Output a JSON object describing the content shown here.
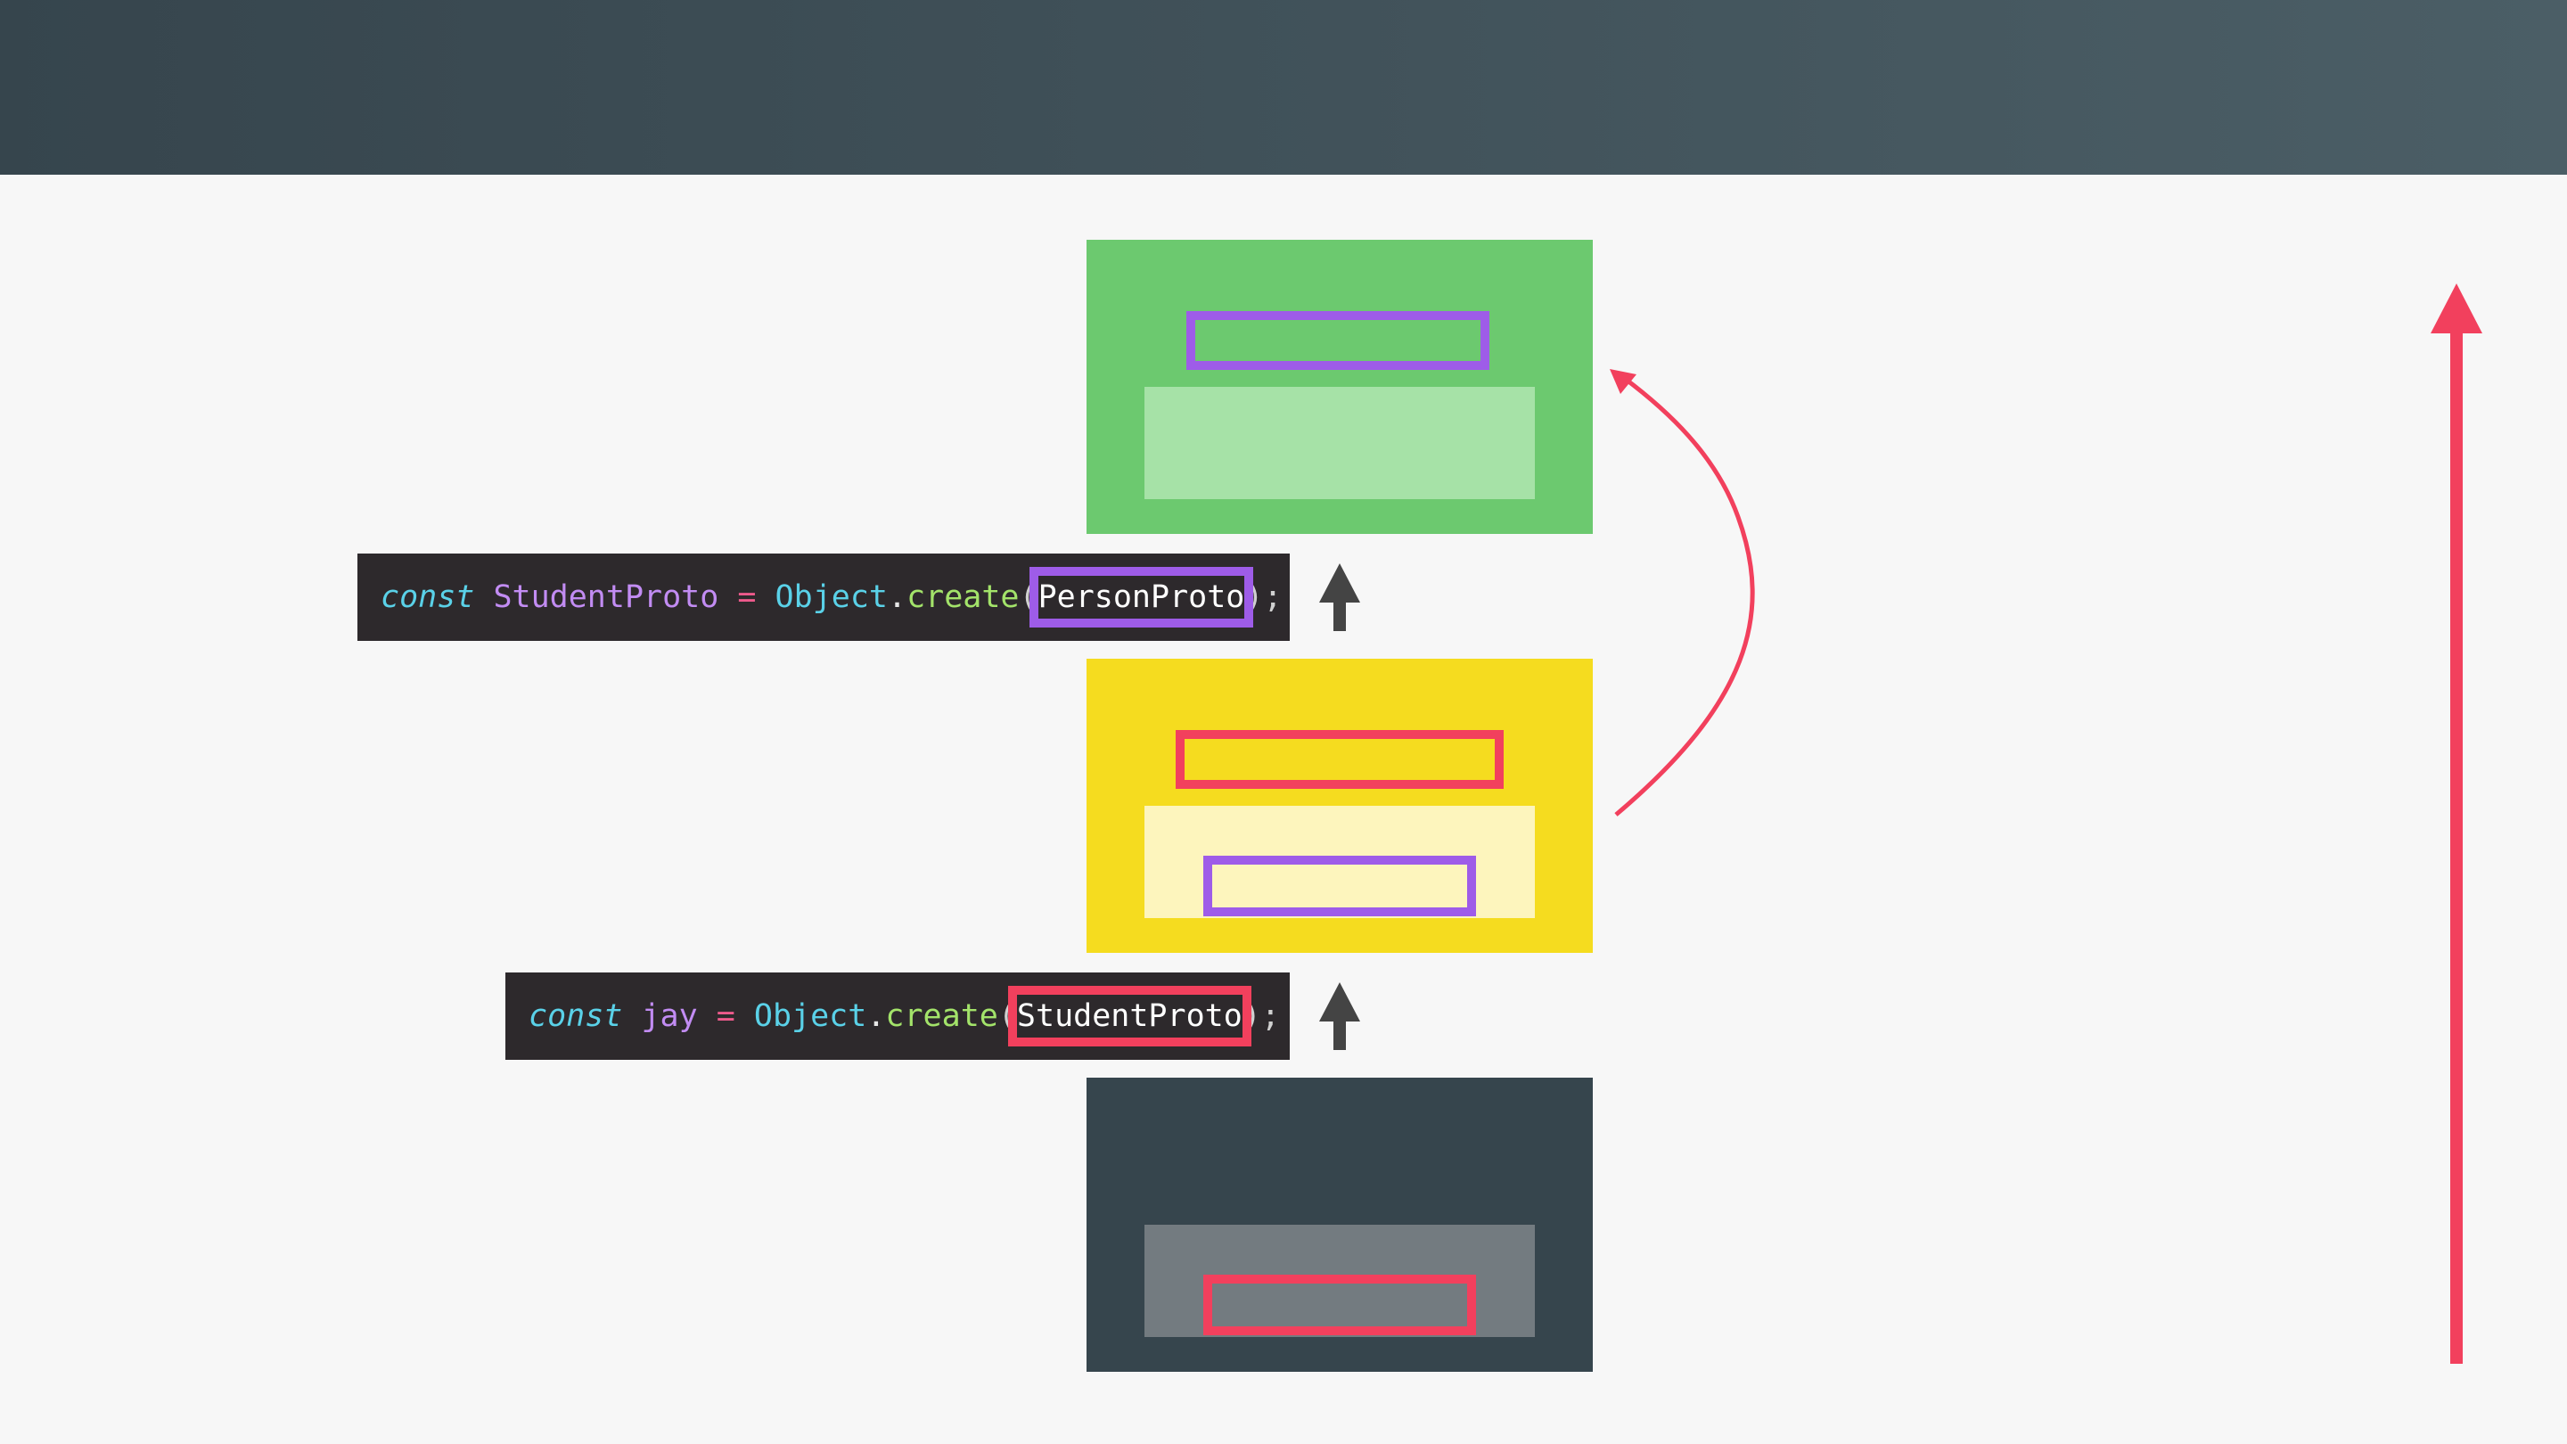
{
  "code_lines": [
    {
      "keyword": "const",
      "var_name": "StudentProto",
      "op": "=",
      "object": "Object",
      "dot": ".",
      "method": "create",
      "open_paren": "(",
      "arg": "PersonProto",
      "close_paren": ")",
      "semi": ";"
    },
    {
      "keyword": "const",
      "var_name": "jay",
      "op": "=",
      "object": "Object",
      "dot": ".",
      "method": "create",
      "open_paren": "(",
      "arg": "StudentProto",
      "close_paren": ")",
      "semi": ";"
    }
  ],
  "colors": {
    "person_object": "#6cc96f",
    "student_object": "#f5dc1f",
    "jay_object": "#36454d",
    "purple_outline": "#9e5ce8",
    "red_outline": "#f2405d",
    "arrow_dark": "#444444",
    "arrow_red": "#f2405d"
  }
}
